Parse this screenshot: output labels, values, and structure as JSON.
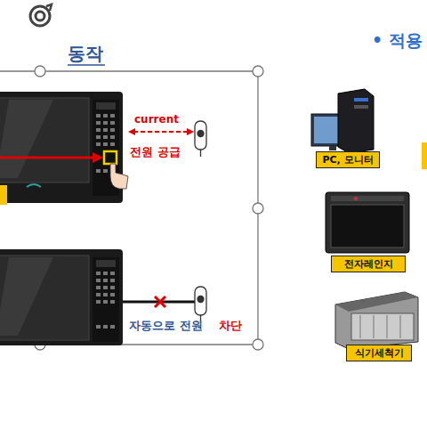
{
  "diagram": {
    "nodes": [
      {
        "text": [
          "PC, 모니터"
        ]
      },
      {
        "text": [
          "전자레인지"
        ]
      },
      {
        "text": [
          "식기세척기"
        ]
      }
    ],
    "labels": [
      "동작",
      "• 적용",
      "current",
      "전원 공급",
      "자동으로 전원",
      "차단"
    ]
  }
}
